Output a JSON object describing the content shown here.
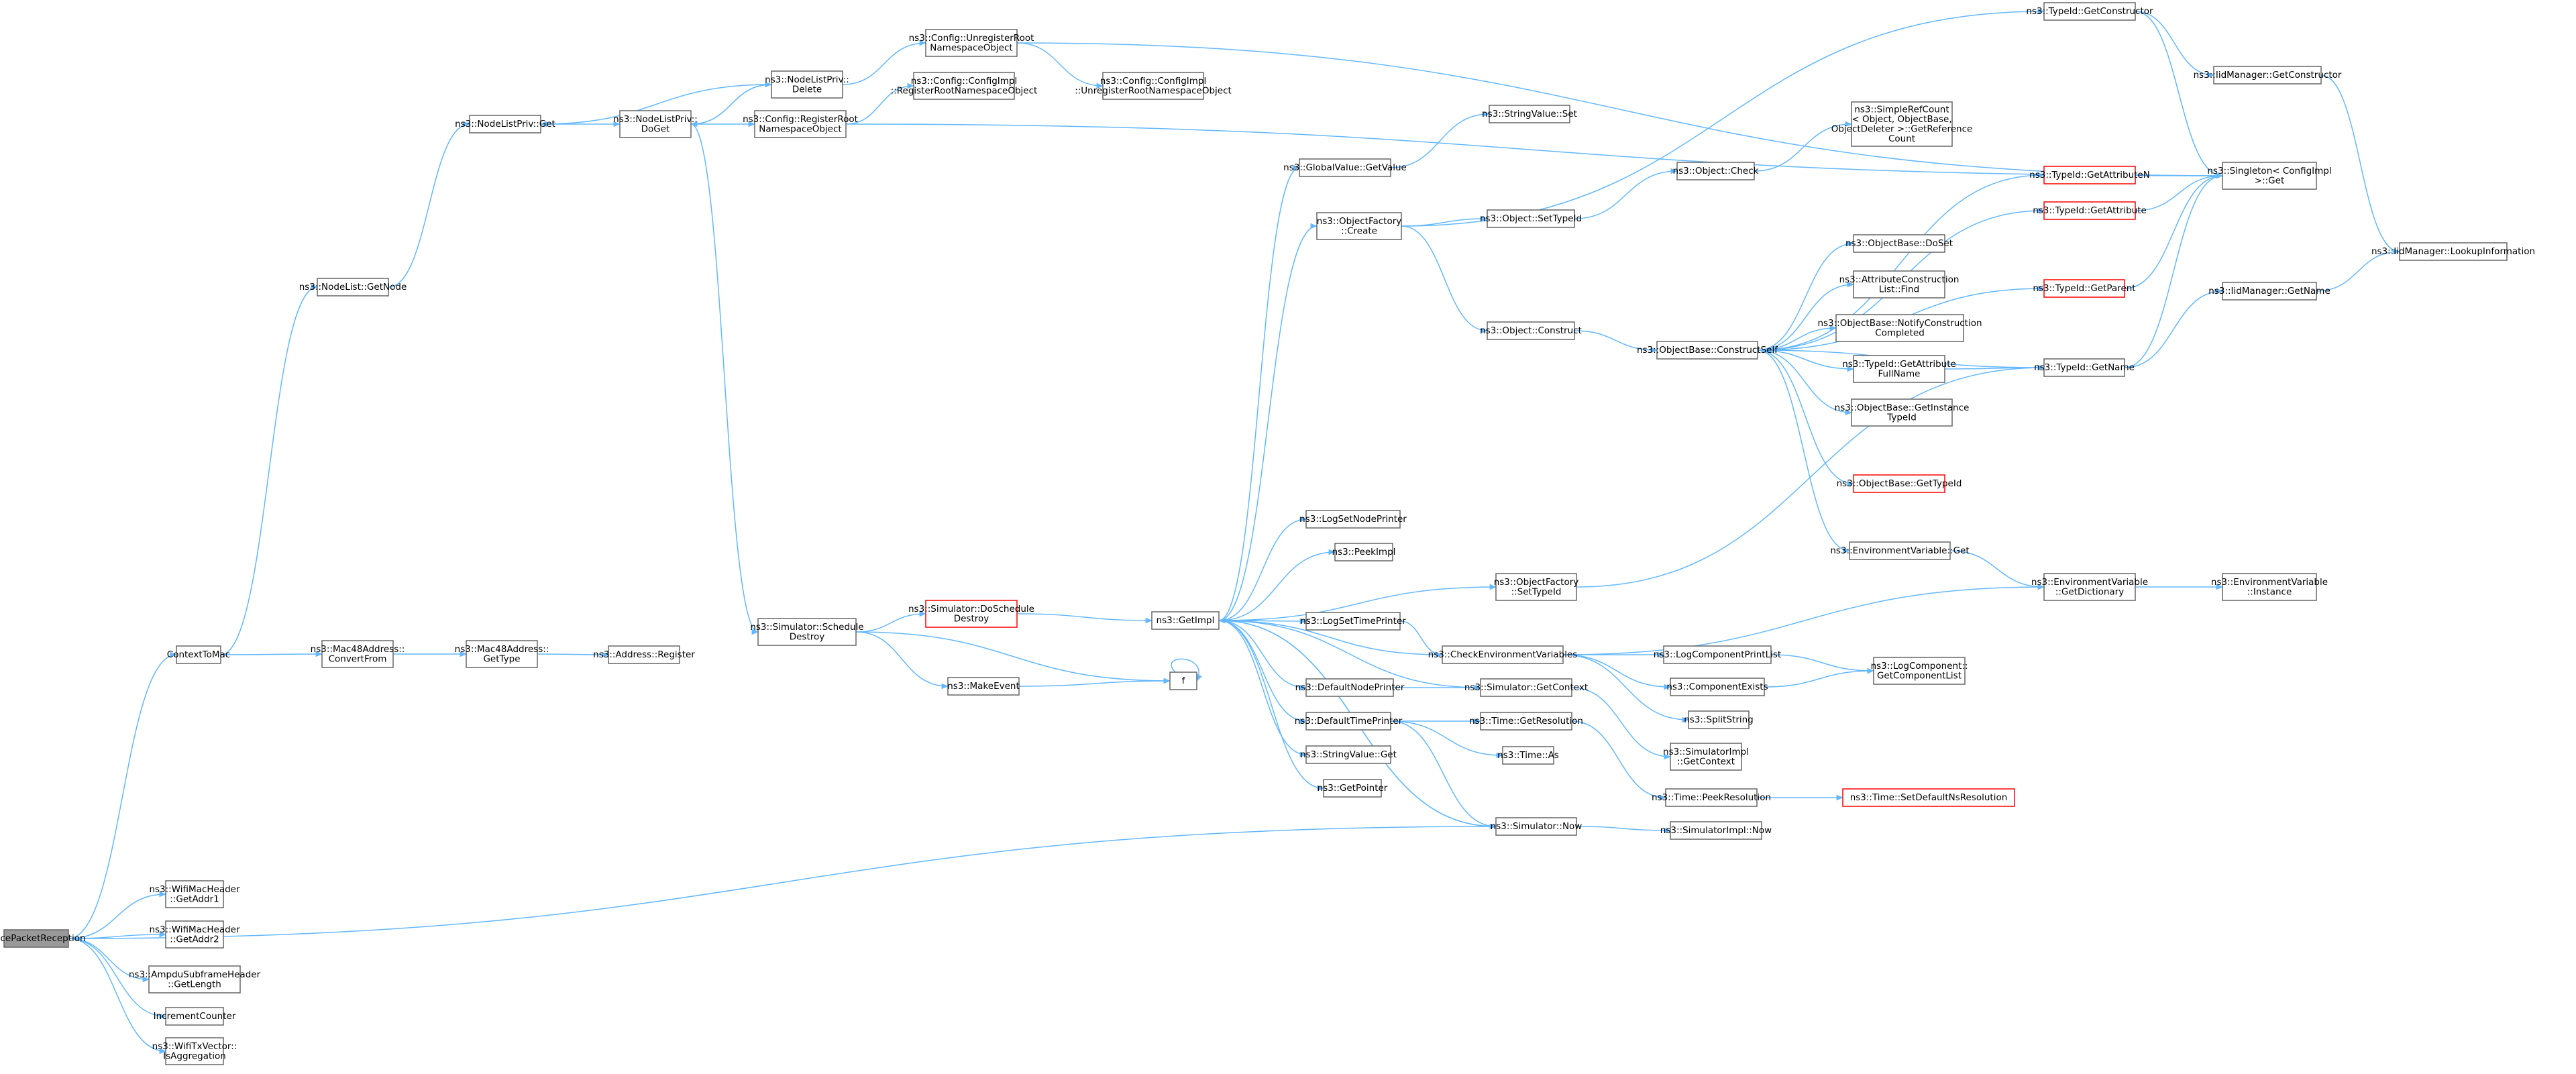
{
  "diagram": {
    "type": "call-graph",
    "colors": {
      "edge": "#63b8ff",
      "node_border": "#666666",
      "node_border_incomplete": "#ff0000",
      "root_fill": "#999999",
      "background": "#ffffff"
    },
    "nodes": [
      {
        "id": "root",
        "lines": [
          "TracePacketReception"
        ],
        "kind": "root"
      },
      {
        "id": "ctxmac",
        "lines": [
          "ContextToMac"
        ]
      },
      {
        "id": "addr1",
        "lines": [
          "ns3::WifiMacHeader",
          "::GetAddr1"
        ]
      },
      {
        "id": "addr2",
        "lines": [
          "ns3::WifiMacHeader",
          "::GetAddr2"
        ]
      },
      {
        "id": "ampdu",
        "lines": [
          "ns3::AmpduSubframeHeader",
          "::GetLength"
        ]
      },
      {
        "id": "incctr",
        "lines": [
          "IncrementCounter"
        ]
      },
      {
        "id": "txvec",
        "lines": [
          "ns3::WifiTxVector::",
          "IsAggregation"
        ]
      },
      {
        "id": "getnode",
        "lines": [
          "ns3::NodeList::GetNode"
        ]
      },
      {
        "id": "mac48cf",
        "lines": [
          "ns3::Mac48Address::",
          "ConvertFrom"
        ]
      },
      {
        "id": "mac48gt",
        "lines": [
          "ns3::Mac48Address::",
          "GetType"
        ]
      },
      {
        "id": "addrreg",
        "lines": [
          "ns3::Address::Register"
        ]
      },
      {
        "id": "nlpget",
        "lines": [
          "ns3::NodeListPriv::Get"
        ]
      },
      {
        "id": "nlpdoget",
        "lines": [
          "ns3::NodeListPriv::",
          "DoGet"
        ]
      },
      {
        "id": "nlpdel",
        "lines": [
          "ns3::NodeListPriv::",
          "Delete"
        ]
      },
      {
        "id": "cfgreg",
        "lines": [
          "ns3::Config::RegisterRoot",
          "NamespaceObject"
        ]
      },
      {
        "id": "cfgunreg",
        "lines": [
          "ns3::Config::UnregisterRoot",
          "NamespaceObject"
        ]
      },
      {
        "id": "cfgimplreg",
        "lines": [
          "ns3::Config::ConfigImpl",
          "::RegisterRootNamespaceObject"
        ]
      },
      {
        "id": "cfgimplunreg",
        "lines": [
          "ns3::Config::ConfigImpl",
          "::UnregisterRootNamespaceObject"
        ]
      },
      {
        "id": "simsched",
        "lines": [
          "ns3::Simulator::Schedule",
          "Destroy"
        ]
      },
      {
        "id": "simdosched",
        "lines": [
          "ns3::Simulator::DoSchedule",
          "Destroy"
        ],
        "kind": "red"
      },
      {
        "id": "makeevent",
        "lines": [
          "ns3::MakeEvent"
        ]
      },
      {
        "id": "getimpl",
        "lines": [
          "ns3::GetImpl"
        ]
      },
      {
        "id": "f",
        "lines": [
          "f"
        ]
      },
      {
        "id": "gvget",
        "lines": [
          "ns3::GlobalValue::GetValue"
        ]
      },
      {
        "id": "strset",
        "lines": [
          "ns3::StringValue::Set"
        ]
      },
      {
        "id": "ofcreate",
        "lines": [
          "ns3::ObjectFactory",
          "::Create"
        ]
      },
      {
        "id": "objsettid",
        "lines": [
          "ns3::Object::SetTypeId"
        ]
      },
      {
        "id": "objcheck",
        "lines": [
          "ns3::Object::Check"
        ]
      },
      {
        "id": "simpleref",
        "lines": [
          "ns3::SimpleRefCount",
          "< Object, ObjectBase,",
          "ObjectDeleter >::GetReference",
          "Count"
        ]
      },
      {
        "id": "objconstruct",
        "lines": [
          "ns3::Object::Construct"
        ]
      },
      {
        "id": "obconstself",
        "lines": [
          "ns3::ObjectBase::ConstructSelf"
        ]
      },
      {
        "id": "obdoset",
        "lines": [
          "ns3::ObjectBase::DoSet"
        ]
      },
      {
        "id": "acfind",
        "lines": [
          "ns3::AttributeConstruction",
          "List::Find"
        ]
      },
      {
        "id": "obnotify",
        "lines": [
          "ns3::ObjectBase::NotifyConstruction",
          "Completed"
        ]
      },
      {
        "id": "tidattrfull",
        "lines": [
          "ns3::TypeId::GetAttribute",
          "FullName"
        ]
      },
      {
        "id": "obgetinst",
        "lines": [
          "ns3::ObjectBase::GetInstance",
          "TypeId"
        ]
      },
      {
        "id": "obgettid",
        "lines": [
          "ns3::ObjectBase::GetTypeId"
        ],
        "kind": "red"
      },
      {
        "id": "envget",
        "lines": [
          "ns3::EnvironmentVariable::Get"
        ]
      },
      {
        "id": "tidgetctor",
        "lines": [
          "ns3::TypeId::GetConstructor"
        ]
      },
      {
        "id": "iidgetctor",
        "lines": [
          "ns3::IidManager::GetConstructor"
        ]
      },
      {
        "id": "singleton",
        "lines": [
          "ns3::Singleton< ConfigImpl",
          " >::Get"
        ]
      },
      {
        "id": "iidlookup",
        "lines": [
          "ns3::IidManager::LookupInformation"
        ]
      },
      {
        "id": "tidattrn",
        "lines": [
          "ns3::TypeId::GetAttributeN"
        ],
        "kind": "red"
      },
      {
        "id": "tidattr",
        "lines": [
          "ns3::TypeId::GetAttribute"
        ],
        "kind": "red"
      },
      {
        "id": "tidparent",
        "lines": [
          "ns3::TypeId::GetParent"
        ],
        "kind": "red"
      },
      {
        "id": "iidgetname",
        "lines": [
          "ns3::IidManager::GetName"
        ]
      },
      {
        "id": "tidgetname",
        "lines": [
          "ns3::TypeId::GetName"
        ]
      },
      {
        "id": "logsetnode",
        "lines": [
          "ns3::LogSetNodePrinter"
        ]
      },
      {
        "id": "peekimpl",
        "lines": [
          "ns3::PeekImpl"
        ]
      },
      {
        "id": "ofsettid",
        "lines": [
          "ns3::ObjectFactory",
          "::SetTypeId"
        ]
      },
      {
        "id": "logsettime",
        "lines": [
          "ns3::LogSetTimePrinter"
        ]
      },
      {
        "id": "checkenv",
        "lines": [
          "ns3::CheckEnvironmentVariables"
        ]
      },
      {
        "id": "envdict",
        "lines": [
          "ns3::EnvironmentVariable",
          "::GetDictionary"
        ]
      },
      {
        "id": "envinst",
        "lines": [
          "ns3::EnvironmentVariable",
          "::Instance"
        ]
      },
      {
        "id": "logcompprint",
        "lines": [
          "ns3::LogComponentPrintList"
        ]
      },
      {
        "id": "logcompget",
        "lines": [
          "ns3::LogComponent::",
          "GetComponentList"
        ]
      },
      {
        "id": "compexists",
        "lines": [
          "ns3::ComponentExists"
        ]
      },
      {
        "id": "splitstr",
        "lines": [
          "ns3::SplitString"
        ]
      },
      {
        "id": "defnodeprint",
        "lines": [
          "ns3::DefaultNodePrinter"
        ]
      },
      {
        "id": "simgetctx",
        "lines": [
          "ns3::Simulator::GetContext"
        ]
      },
      {
        "id": "simimplctx",
        "lines": [
          "ns3::SimulatorImpl",
          "::GetContext"
        ]
      },
      {
        "id": "deftimeprint",
        "lines": [
          "ns3::DefaultTimePrinter"
        ]
      },
      {
        "id": "timegetres",
        "lines": [
          "ns3::Time::GetResolution"
        ]
      },
      {
        "id": "timeas",
        "lines": [
          "ns3::Time::As"
        ]
      },
      {
        "id": "strget",
        "lines": [
          "ns3::StringValue::Get"
        ]
      },
      {
        "id": "getptr",
        "lines": [
          "ns3::GetPointer"
        ]
      },
      {
        "id": "timepeek",
        "lines": [
          "ns3::Time::PeekResolution"
        ]
      },
      {
        "id": "timesetdef",
        "lines": [
          "ns3::Time::SetDefaultNsResolution"
        ],
        "kind": "red"
      },
      {
        "id": "simnow",
        "lines": [
          "ns3::Simulator::Now"
        ]
      },
      {
        "id": "simimplnow",
        "lines": [
          "ns3::SimulatorImpl::Now"
        ]
      }
    ],
    "edges": [
      [
        "root",
        "ctxmac"
      ],
      [
        "root",
        "addr1"
      ],
      [
        "root",
        "addr2"
      ],
      [
        "root",
        "ampdu"
      ],
      [
        "root",
        "incctr"
      ],
      [
        "root",
        "txvec"
      ],
      [
        "root",
        "simnow"
      ],
      [
        "ctxmac",
        "getnode"
      ],
      [
        "ctxmac",
        "mac48cf"
      ],
      [
        "mac48cf",
        "mac48gt"
      ],
      [
        "mac48gt",
        "addrreg"
      ],
      [
        "getnode",
        "nlpget"
      ],
      [
        "nlpget",
        "nlpdoget"
      ],
      [
        "nlpdoget",
        "nlpdel"
      ],
      [
        "nlpdel",
        "nlpget"
      ],
      [
        "nlpdel",
        "nlpdoget"
      ],
      [
        "nlpdel",
        "cfgunreg"
      ],
      [
        "nlpdoget",
        "cfgreg"
      ],
      [
        "nlpdoget",
        "simsched"
      ],
      [
        "cfgunreg",
        "cfgimplunreg"
      ],
      [
        "cfgunreg",
        "singleton"
      ],
      [
        "cfgreg",
        "cfgimplreg"
      ],
      [
        "cfgreg",
        "singleton"
      ],
      [
        "simsched",
        "simdosched"
      ],
      [
        "simsched",
        "makeevent"
      ],
      [
        "simsched",
        "f"
      ],
      [
        "simdosched",
        "getimpl"
      ],
      [
        "makeevent",
        "f"
      ],
      [
        "f",
        "f"
      ],
      [
        "getimpl",
        "gvget"
      ],
      [
        "getimpl",
        "ofcreate"
      ],
      [
        "getimpl",
        "logsetnode"
      ],
      [
        "getimpl",
        "peekimpl"
      ],
      [
        "getimpl",
        "ofsettid"
      ],
      [
        "getimpl",
        "logsettime"
      ],
      [
        "getimpl",
        "defnodeprint"
      ],
      [
        "getimpl",
        "deftimeprint"
      ],
      [
        "getimpl",
        "strget"
      ],
      [
        "getimpl",
        "getptr"
      ],
      [
        "getimpl",
        "simnow"
      ],
      [
        "gvget",
        "strset"
      ],
      [
        "ofcreate",
        "tidgetctor"
      ],
      [
        "ofcreate",
        "objsettid"
      ],
      [
        "ofcreate",
        "objconstruct"
      ],
      [
        "objsettid",
        "objcheck"
      ],
      [
        "objcheck",
        "simpleref"
      ],
      [
        "objconstruct",
        "obconstself"
      ],
      [
        "obconstself",
        "tidattrn"
      ],
      [
        "obconstself",
        "tidattr"
      ],
      [
        "obconstself",
        "obdoset"
      ],
      [
        "obconstself",
        "acfind"
      ],
      [
        "obconstself",
        "obnotify"
      ],
      [
        "obconstself",
        "tidattrfull"
      ],
      [
        "obconstself",
        "obgetinst"
      ],
      [
        "obconstself",
        "obgettid"
      ],
      [
        "obconstself",
        "envget"
      ],
      [
        "obconstself",
        "tidparent"
      ],
      [
        "obconstself",
        "tidgetname"
      ],
      [
        "tidgetctor",
        "iidgetctor"
      ],
      [
        "tidgetctor",
        "singleton"
      ],
      [
        "iidgetctor",
        "iidlookup"
      ],
      [
        "tidattrn",
        "singleton"
      ],
      [
        "tidattr",
        "singleton"
      ],
      [
        "tidparent",
        "singleton"
      ],
      [
        "tidattrfull",
        "tidgetname"
      ],
      [
        "tidgetname",
        "iidgetname"
      ],
      [
        "tidgetname",
        "singleton"
      ],
      [
        "iidgetname",
        "iidlookup"
      ],
      [
        "ofsettid",
        "tidgetname"
      ],
      [
        "logsettime",
        "checkenv"
      ],
      [
        "checkenv",
        "envdict"
      ],
      [
        "checkenv",
        "logcompprint"
      ],
      [
        "checkenv",
        "compexists"
      ],
      [
        "checkenv",
        "splitstr"
      ],
      [
        "checkenv",
        "getimpl"
      ],
      [
        "envget",
        "envdict"
      ],
      [
        "envdict",
        "envinst"
      ],
      [
        "logcompprint",
        "logcompget"
      ],
      [
        "compexists",
        "logcompget"
      ],
      [
        "defnodeprint",
        "simgetctx"
      ],
      [
        "simgetctx",
        "simimplctx"
      ],
      [
        "simgetctx",
        "getimpl"
      ],
      [
        "deftimeprint",
        "timegetres"
      ],
      [
        "deftimeprint",
        "timeas"
      ],
      [
        "deftimeprint",
        "simnow"
      ],
      [
        "timegetres",
        "timepeek"
      ],
      [
        "timepeek",
        "timesetdef"
      ],
      [
        "simnow",
        "simimplnow"
      ],
      [
        "simnow",
        "getimpl"
      ]
    ]
  }
}
